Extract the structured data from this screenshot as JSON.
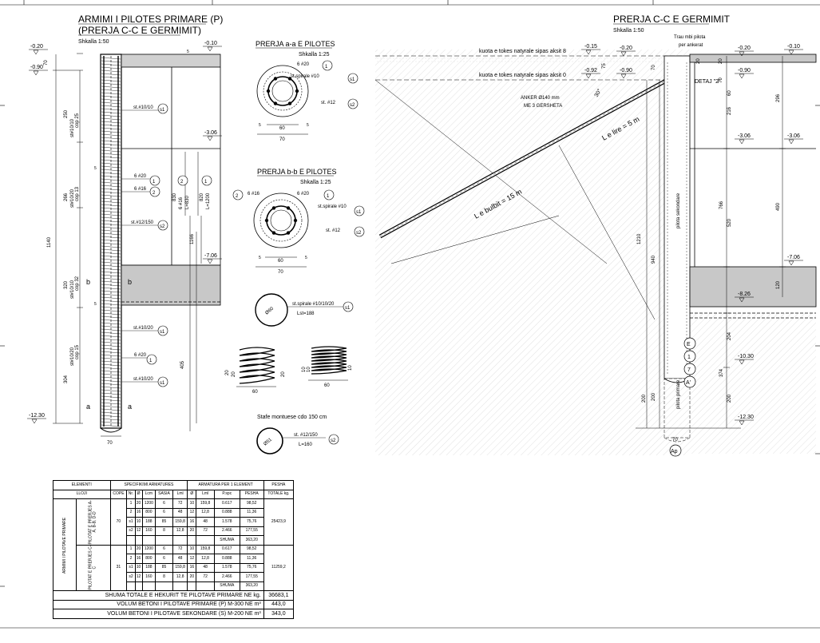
{
  "left": {
    "title1": "ARMIMI I PILOTES PRIMARE (P)",
    "title2": "(PRERJA C-C E GERMIMIT)",
    "scale": "Shkalla 1:50",
    "levels": [
      "-0.20",
      "-0.90",
      "-0.10",
      "-3.06",
      "-7.06",
      "-12.30"
    ],
    "stirrup_zones": [
      {
        "spec": "st#10/10",
        "cop": "cop 25",
        "len": "250"
      },
      {
        "spec": "st#10/20",
        "cop": "cop 13",
        "len": "266"
      },
      {
        "spec": "st#10/10",
        "cop": "cop 32",
        "len": "320"
      },
      {
        "spec": "st#10/20",
        "cop": "cop 15",
        "len": "304"
      }
    ],
    "total_len": "1140",
    "tags": {
      "st_s1": "st.#10/10",
      "bar1": "6 #20",
      "bar2": "6 #16",
      "st_s2": "st.#12/150",
      "st_s1b": "st.#10/20",
      "bar1b": "6 #20",
      "st_s1c": "st.#10/20"
    },
    "bar_dims": {
      "b2_label": "6 #16",
      "b2_len": "L=830",
      "b2_dim": "830",
      "b1_label": "6 #20",
      "b1_len": "L=1200",
      "b1_dim": "820",
      "long_dim": "1166",
      "low_dim": "405"
    },
    "callouts": [
      "s1",
      "1",
      "2",
      "s2",
      "s1",
      "1",
      "s1",
      "2",
      "1"
    ],
    "section_marks": {
      "b": "b",
      "a": "a"
    },
    "dim_70": "70",
    "dim_5": "5"
  },
  "sections": {
    "aa_title": "PRERJA a-a E PILOTES",
    "aa_scale": "Shkalla 1:25",
    "aa_bar": "6 #20",
    "aa_spiral": "st.spirale #10",
    "aa_st": "st. #12",
    "bb_title": "PRERJA b-b E PILOTES",
    "bb_scale": "Shkalla 1:25",
    "bb_bar2": "6 #16",
    "bb_bar1": "6 #20",
    "bb_spiral": "st.spirale #10",
    "bb_st": "st. #12",
    "dim_60": "60",
    "dim_70": "70",
    "dim_5": "5",
    "spiral_label": "st.spirale #10/10/20",
    "spiral_len": "Lst=188",
    "spiral_d": "Ø60",
    "coil_dims": [
      "20",
      "20",
      "20",
      "10",
      "10",
      "10",
      "60",
      "60"
    ],
    "stafe_title": "Stafe montuese cdo 150 cm",
    "stafe_label": "st. #12/150",
    "stafe_len": "L=160",
    "stafe_d": "Ø51"
  },
  "right": {
    "title": "PRERJA C-C E GERMIMIT",
    "scale": "Shkalla 1:50",
    "note_tube": "Trau mbi pilota",
    "note_tube2": "per ankerat",
    "kuota8": "kuota e tokes natyrale sipas aksit 8",
    "kuota0": "kuota e tokes natyrale sipas aksit 0",
    "lvl_k8": "-0.15",
    "lvl_k0": "-0.92",
    "anker": "ANKER Ø140 mm",
    "anker2": "ME 3 GERSHETA",
    "angle": "30°",
    "detaj": "DETAJ \"2\"",
    "l_free": "L e lire = 5 m",
    "l_bulb": "L e bulbit = 15 m",
    "pile_sec": "pilota sekondare",
    "pile_pri": "pilota primare",
    "levels": [
      "-0.20",
      "-0.90",
      "-0.10",
      "-0.20",
      "-0.90",
      "-3.06",
      "-3.06",
      "-7.06",
      "-8.26",
      "-10.30",
      "-12.30"
    ],
    "dims": [
      "296",
      "216",
      "60",
      "766",
      "490",
      "520",
      "120",
      "1210",
      "940",
      "204",
      "374",
      "200",
      "200",
      "200",
      "70",
      "75",
      "70",
      "20",
      "70",
      "20"
    ],
    "tags": [
      "E",
      "1",
      "7",
      "A'",
      "Ap"
    ]
  },
  "table": {
    "h_elementi": "ELEMENTI",
    "h_spec": "SPECIFIKIMI ARMATURES",
    "h_armatura": "ARMATURA PER 1 ELEMENT",
    "h_pesha": "PESHA",
    "h_lloji": "LLOJI",
    "h_cope": "COPE",
    "h_nr": "Nr.",
    "h_d": "Ø",
    "h_lcm": "Lcm",
    "h_sasia": "SASIA",
    "h_lml": "Lml",
    "h_d2": "Ø",
    "h_lml2": "Lml",
    "h_pspc": "P.spc",
    "h_pesha2": "PESHA",
    "h_total": "TOTALE kg.",
    "group": "ARMIMI I PILOTAVE PRIMARE",
    "r1_name": "PILOTAT E PRERJES A-A, B-B, D-D",
    "r1_cope": "70",
    "r1_total": "25423,9",
    "r2_name": "PILOTAT E PRERJES C-C",
    "r2_cope": "31",
    "r2_total": "11259,2",
    "rows": [
      [
        "1",
        "20",
        "1200",
        "6",
        "72",
        "10",
        "159,8",
        "0.617",
        "98,52"
      ],
      [
        "2",
        "16",
        "800",
        "6",
        "48",
        "12",
        "12,8",
        "0.888",
        "11,36"
      ],
      [
        "s1",
        "10",
        "188",
        "85",
        "159,8",
        "16",
        "48",
        "1.578",
        "75,76"
      ],
      [
        "s2",
        "12",
        "160",
        "8",
        "12,8",
        "20",
        "72",
        "2.466",
        "177,55"
      ]
    ],
    "shuma": "SHUMA",
    "shuma_val": "363,20",
    "tot1_label": "SHUMA TOTALE E HEKURIT TE PILOTAVE PRIMARE  NE kg.",
    "tot1_val": "36683,1",
    "tot2_label": "VOLUM BETONI I PILOTAVE PRIMARE (P) M-300  NE m³",
    "tot2_val": "443,0",
    "tot3_label": "VOLUM BETONI I PILOTAVE SEKONDARE (S) M-200  NE m³",
    "tot3_val": "343,0"
  }
}
